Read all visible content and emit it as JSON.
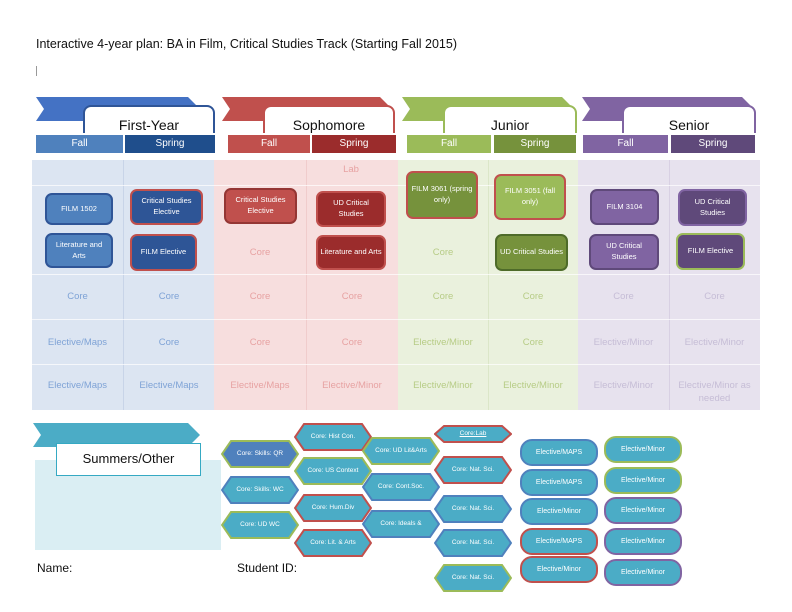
{
  "page_title": "Interactive 4-year plan: BA in Film, Critical Studies Track (Starting Fall 2015)",
  "colors": {
    "blue": "#4472c4",
    "red": "#c0504d",
    "green": "#9bbb59",
    "purple": "#8064a2",
    "teal": "#4bacc6"
  },
  "years": [
    {
      "name": "First-Year",
      "fall": "Fall",
      "spring": "Spring"
    },
    {
      "name": "Sophomore",
      "fall": "Fall",
      "spring": "Spring"
    },
    {
      "name": "Junior",
      "fall": "Fall",
      "spring": "Spring"
    },
    {
      "name": "Senior",
      "fall": "Fall",
      "spring": "Spring"
    }
  ],
  "grid": {
    "lab_label": "Lab",
    "fy_fall": {
      "box1": "FILM 1502",
      "box2": "Literature and Arts",
      "r3": "Core",
      "r4": "Elective/Maps",
      "r5": "Elective/Maps"
    },
    "fy_spring": {
      "box1": "Critical Studies Elective",
      "box2": "FILM Elective",
      "r3": "Core",
      "r4": "Core",
      "r5": "Elective/Maps"
    },
    "so_fall": {
      "box1": "Critical Studies Elective",
      "r2": "Core",
      "r3": "Core",
      "r4": "Core",
      "r5": "Elective/Maps"
    },
    "so_spring": {
      "box1": "UD Critical Studies",
      "box2": "Literature and Arts",
      "r3": "Core",
      "r4": "Core",
      "r5": "Elective/Minor"
    },
    "ju_fall": {
      "box1": "FILM 3061 (spring only)",
      "r2": "Core",
      "r3": "Core",
      "r4": "Elective/Minor",
      "r5": "Elective/Minor"
    },
    "ju_spring": {
      "box1": "FILM 3051 (fall only)",
      "box2": "UD Critical Studies",
      "r3": "Core",
      "r4": "Core",
      "r5": "Elective/Minor"
    },
    "se_fall": {
      "box1": "FILM 3104",
      "box2": "UD Critical Studies",
      "r3": "Core",
      "r4": "Elective/Minor",
      "r5": "Elective/Minor"
    },
    "se_spring": {
      "box1": "UD Critical Studies",
      "box2": "FILM Elective",
      "r3": "Core",
      "r4": "Elective/Minor",
      "r5": "Elective/Minor as needed"
    }
  },
  "summers": {
    "label": "Summers/Other"
  },
  "pieces": {
    "hex_col1": [
      "Core: Skills: QR",
      "Core: Skills: WC",
      "Core: UD WC"
    ],
    "hex_col2": [
      "Core: Hist Con.",
      "Core: US Context",
      "Core: Hum.Div",
      "Core: Lit. & Arts"
    ],
    "hex_col3": [
      "Core: UD Lit&Arts",
      "Core: Cont.Soc.",
      "Core: Ideals &"
    ],
    "hex_col4": [
      "Core:Lab",
      "Core: Nat. Sci.",
      "Core: Nat. Sci.",
      "Core: Nat. Sci.",
      "Core: Nat. Sci."
    ],
    "pill_col1": [
      "Elective/MAPS",
      "Elective/MAPS",
      "Elective/Minor",
      "Elective/MAPS",
      "Elective/Minor"
    ],
    "pill_col2": [
      "Elective/Minor",
      "Elective/Minor",
      "Elective/Minor",
      "Elective/Minor",
      "Elective/Minor"
    ]
  },
  "footer": {
    "name_label": "Name:",
    "student_id_label": "Student ID:"
  }
}
